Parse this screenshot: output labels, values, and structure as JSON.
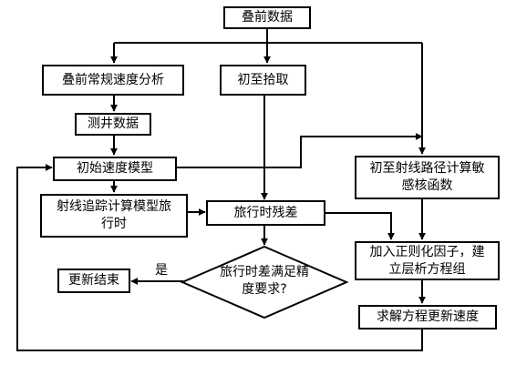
{
  "nodes": {
    "stack_data": "叠前数据",
    "velocity_analysis": "叠前常规速度分析",
    "first_break": "初至拾取",
    "well_data": "测井数据",
    "initial_model": "初始速度模型",
    "kernel": "初至射线路径计算敏感核函数",
    "ray_tracing": "射线追踪计算模型旅行时",
    "residual": "旅行时残差",
    "regularization": "加入正则化因子，建立层析方程组",
    "decision": "旅行时差满足精度要求?",
    "end": "更新结束",
    "solve": "求解方程更新速度"
  },
  "edges": {
    "yes_label": "是"
  },
  "colors": {
    "stroke": "#000000",
    "background": "#ffffff"
  }
}
